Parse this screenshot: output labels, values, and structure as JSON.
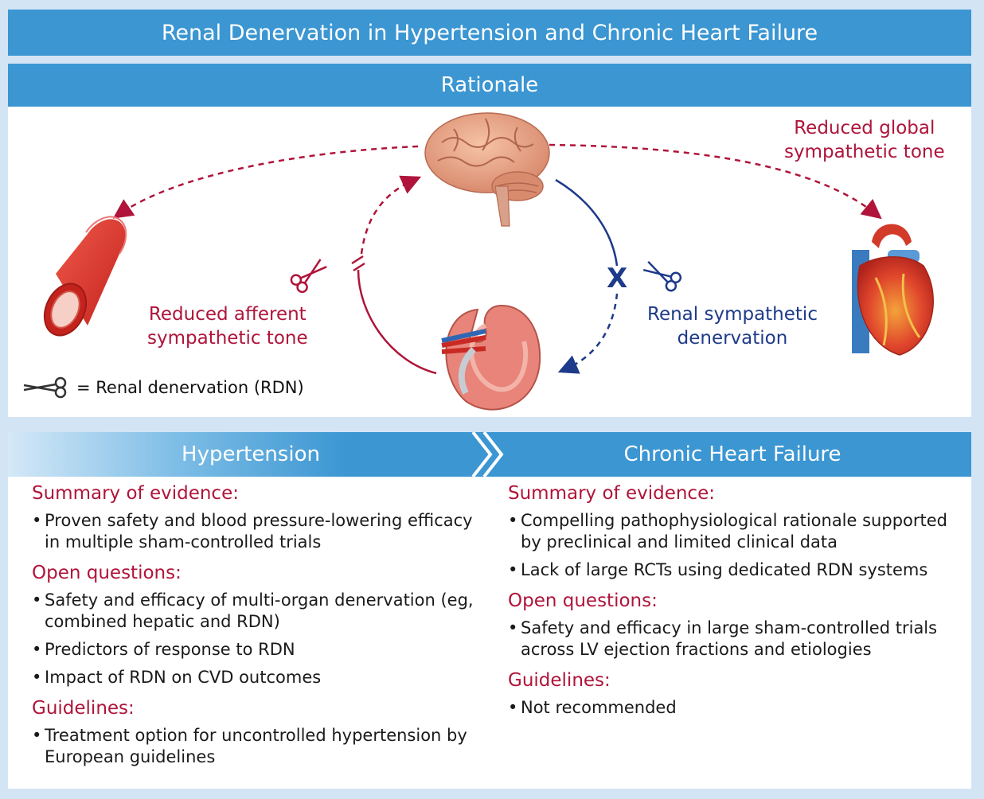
{
  "title": "Renal Denervation in Hypertension and Chronic Heart Failure",
  "rationale": {
    "header": "Rationale",
    "labels": {
      "reduced_global": [
        "Reduced global",
        "sympathetic tone"
      ],
      "reduced_afferent": [
        "Reduced afferent",
        "sympathetic tone"
      ],
      "renal_sympathetic": [
        "Renal sympathetic",
        "denervation"
      ]
    },
    "x_mark": "X",
    "legend": "= Renal denervation (RDN)",
    "icons": [
      "brain-icon",
      "blood-vessel-icon",
      "heart-icon",
      "kidney-icon",
      "scissors-icon"
    ],
    "colors": {
      "afferent": "#b0143a",
      "efferent": "#1e3a8a"
    }
  },
  "hypertension": {
    "header": "Hypertension",
    "summary_head": "Summary of evidence:",
    "summary_items": [
      "Proven safety and blood pressure-lowering efficacy in multiple sham-controlled trials"
    ],
    "open_head": "Open questions:",
    "open_items": [
      "Safety and efficacy of multi-organ denervation (eg, combined hepatic and RDN)",
      "Predictors of response to RDN",
      "Impact of RDN on CVD outcomes"
    ],
    "guide_head": "Guidelines:",
    "guide_items": [
      "Treatment option for uncontrolled hypertension by European guidelines"
    ]
  },
  "heart_failure": {
    "header": "Chronic Heart Failure",
    "summary_head": "Summary of evidence:",
    "summary_items": [
      "Compelling pathophysiological rationale supported by preclinical and limited clinical data",
      "Lack of large RCTs using dedicated RDN systems"
    ],
    "open_head": "Open questions:",
    "open_items": [
      "Safety and efficacy in large sham-controlled trials across LV ejection fractions and etiologies"
    ],
    "guide_head": "Guidelines:",
    "guide_items": [
      "Not recommended"
    ]
  }
}
